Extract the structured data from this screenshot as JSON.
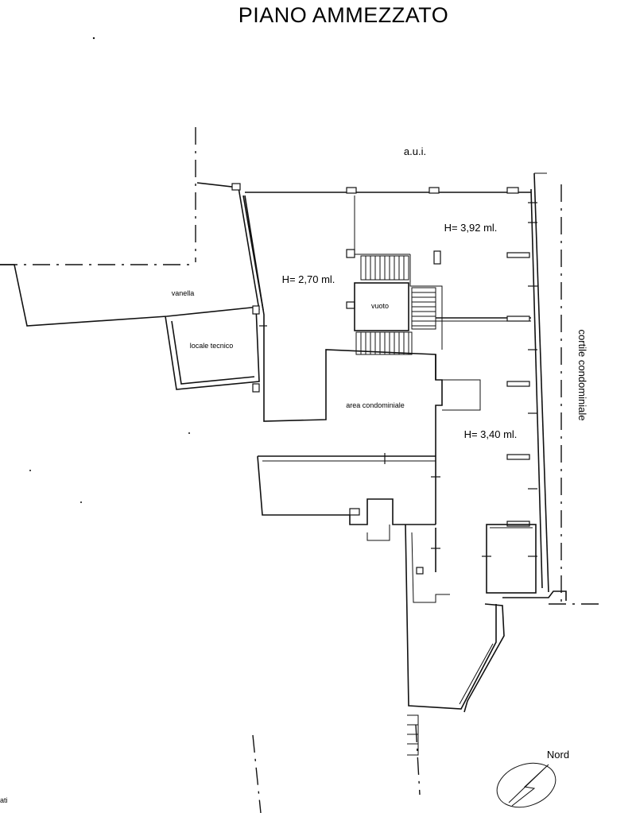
{
  "title": "PIANO AMMEZZATO",
  "labels": {
    "aui": "a.u.i.",
    "h392": "H= 3,92 ml.",
    "h270": "H= 2,70 ml.",
    "h340": "H= 3,40 ml.",
    "vanella": "vanella",
    "locale_tecnico": "locale tecnico",
    "vuoto": "vuoto",
    "area_condominiale": "area condominiale",
    "cortile_condominiale": "cortile condominiale",
    "nord": "Nord",
    "edge_text": "ati"
  }
}
